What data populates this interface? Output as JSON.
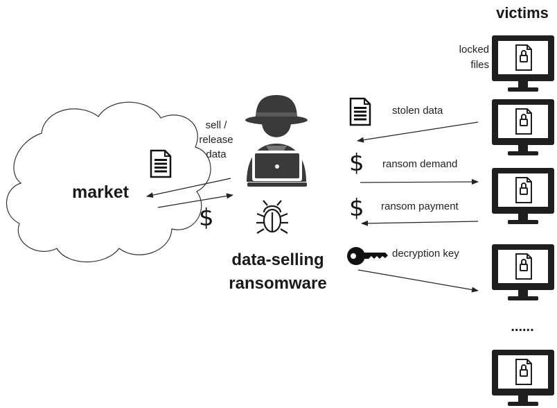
{
  "labels": {
    "victims": "victims",
    "locked_files": "locked\nfiles",
    "market": "market",
    "sell_release": "sell /\nrelease\ndata",
    "stolen_data": "stolen data",
    "ransom_demand": "ransom demand",
    "ransom_payment": "ransom payment",
    "decryption_key": "decryption key",
    "ransomware_title": "data-selling\nransomware",
    "ellipsis": "......"
  },
  "symbols": {
    "dollar": "$"
  },
  "icons": {
    "market_cloud": "cloud-icon",
    "hacker": "hacker-icon",
    "bug": "bug-icon",
    "document": "document-icon",
    "key": "key-icon",
    "victim_monitor": "monitor-lock-icon"
  },
  "colors": {
    "ink": "#1a1a1a",
    "stroke": "#222222"
  }
}
